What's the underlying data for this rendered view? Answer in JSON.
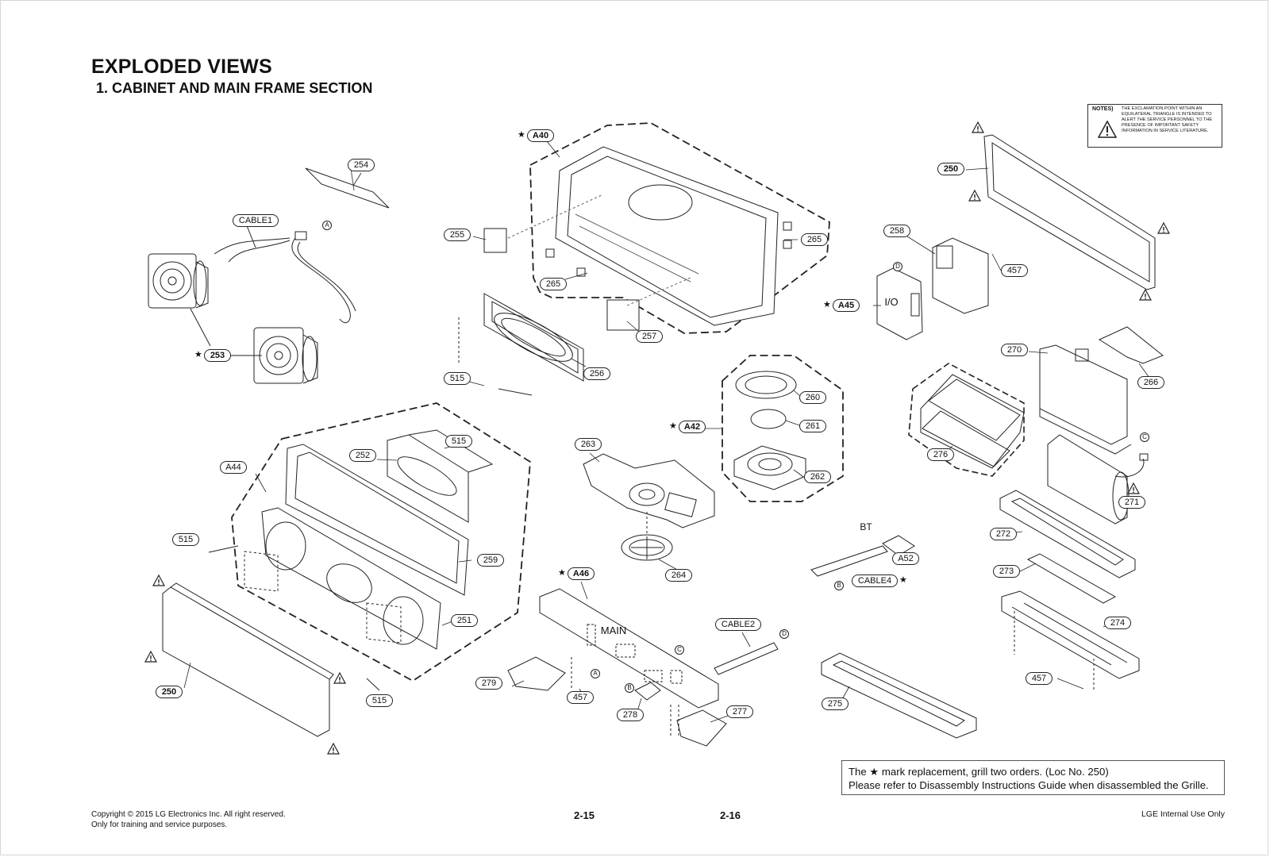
{
  "header": {
    "title": "EXPLODED VIEWS",
    "subtitle": "1. CABINET AND MAIN FRAME SECTION"
  },
  "notes": {
    "label": "NOTES)",
    "text": "THE EXCLAMATION POINT WITHIN AN EQUILATERAL TRIANGLE IS INTENDED TO ALERT THE SERVICE PERSONNEL TO THE PRESENCE OF IMPORTANT SAFETY INFORMATION IN SERVICE LITERATURE."
  },
  "star_note": {
    "line1": "The ★ mark replacement, grill two orders. (Loc No. 250)",
    "line2": "Please refer to Disassembly Instructions Guide when disassembled the Grille."
  },
  "footer": {
    "copyright": "Copyright © 2015 LG Electronics Inc. All right reserved.",
    "purpose": "Only for training and service purposes.",
    "page_left": "2-15",
    "page_right": "2-16",
    "internal": "LGE Internal Use Only"
  },
  "callouts": {
    "c254": "254",
    "cable1": "CABLE1",
    "c253": "253",
    "c255": "255",
    "a40": "A40",
    "c265a": "265",
    "c265b": "265",
    "c257": "257",
    "c256": "256",
    "c515a": "515",
    "c515b": "515",
    "c252": "252",
    "a44": "A44",
    "c515c": "515",
    "c259": "259",
    "c251": "251",
    "c515d": "515",
    "c250a": "250",
    "c263": "263",
    "c264": "264",
    "a42": "A42",
    "c260": "260",
    "c261": "261",
    "c262": "262",
    "a46": "A46",
    "c279": "279",
    "c457a": "457",
    "c278": "278",
    "c277": "277",
    "cable2": "CABLE2",
    "c250b": "250",
    "c258": "258",
    "c457b": "457",
    "a45": "A45",
    "c270": "270",
    "c266": "266",
    "c276": "276",
    "c271": "271",
    "c272": "272",
    "c273": "273",
    "c274": "274",
    "c457c": "457",
    "c275": "275",
    "a52": "A52",
    "cable4": "CABLE4"
  },
  "connectors": {
    "a": "A",
    "b": "B",
    "c": "C",
    "d": "D"
  },
  "board_labels": {
    "io": "I/O",
    "main": "MAIN",
    "bt": "BT"
  },
  "star_symbol": "★",
  "warning_icon": "warning-triangle-icon",
  "colors": {
    "line": "#222222",
    "paper": "#ffffff"
  }
}
